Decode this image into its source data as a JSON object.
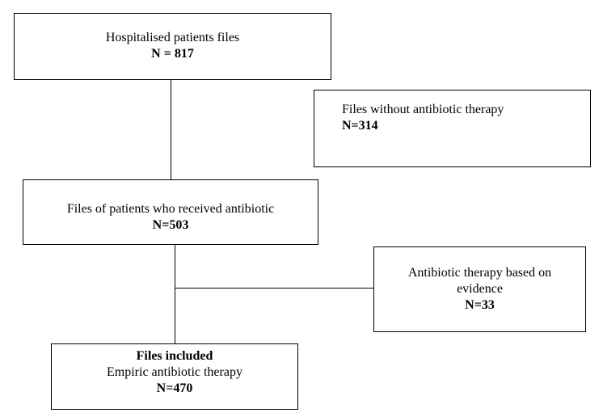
{
  "flow": {
    "total": {
      "label": "Hospitalised patients files",
      "count": "N = 817"
    },
    "excluded_no_antibiotic": {
      "label": "Files without antibiotic therapy",
      "count": "N=314"
    },
    "received_antibiotic": {
      "label": "Files of patients who received antibiotic",
      "count": "N=503"
    },
    "evidence_based": {
      "label_line1": "Antibiotic therapy based on",
      "label_line2": "evidence",
      "count": "N=33"
    },
    "included": {
      "heading": "Files included",
      "label": "Empiric antibiotic therapy",
      "count": "N=470"
    }
  }
}
